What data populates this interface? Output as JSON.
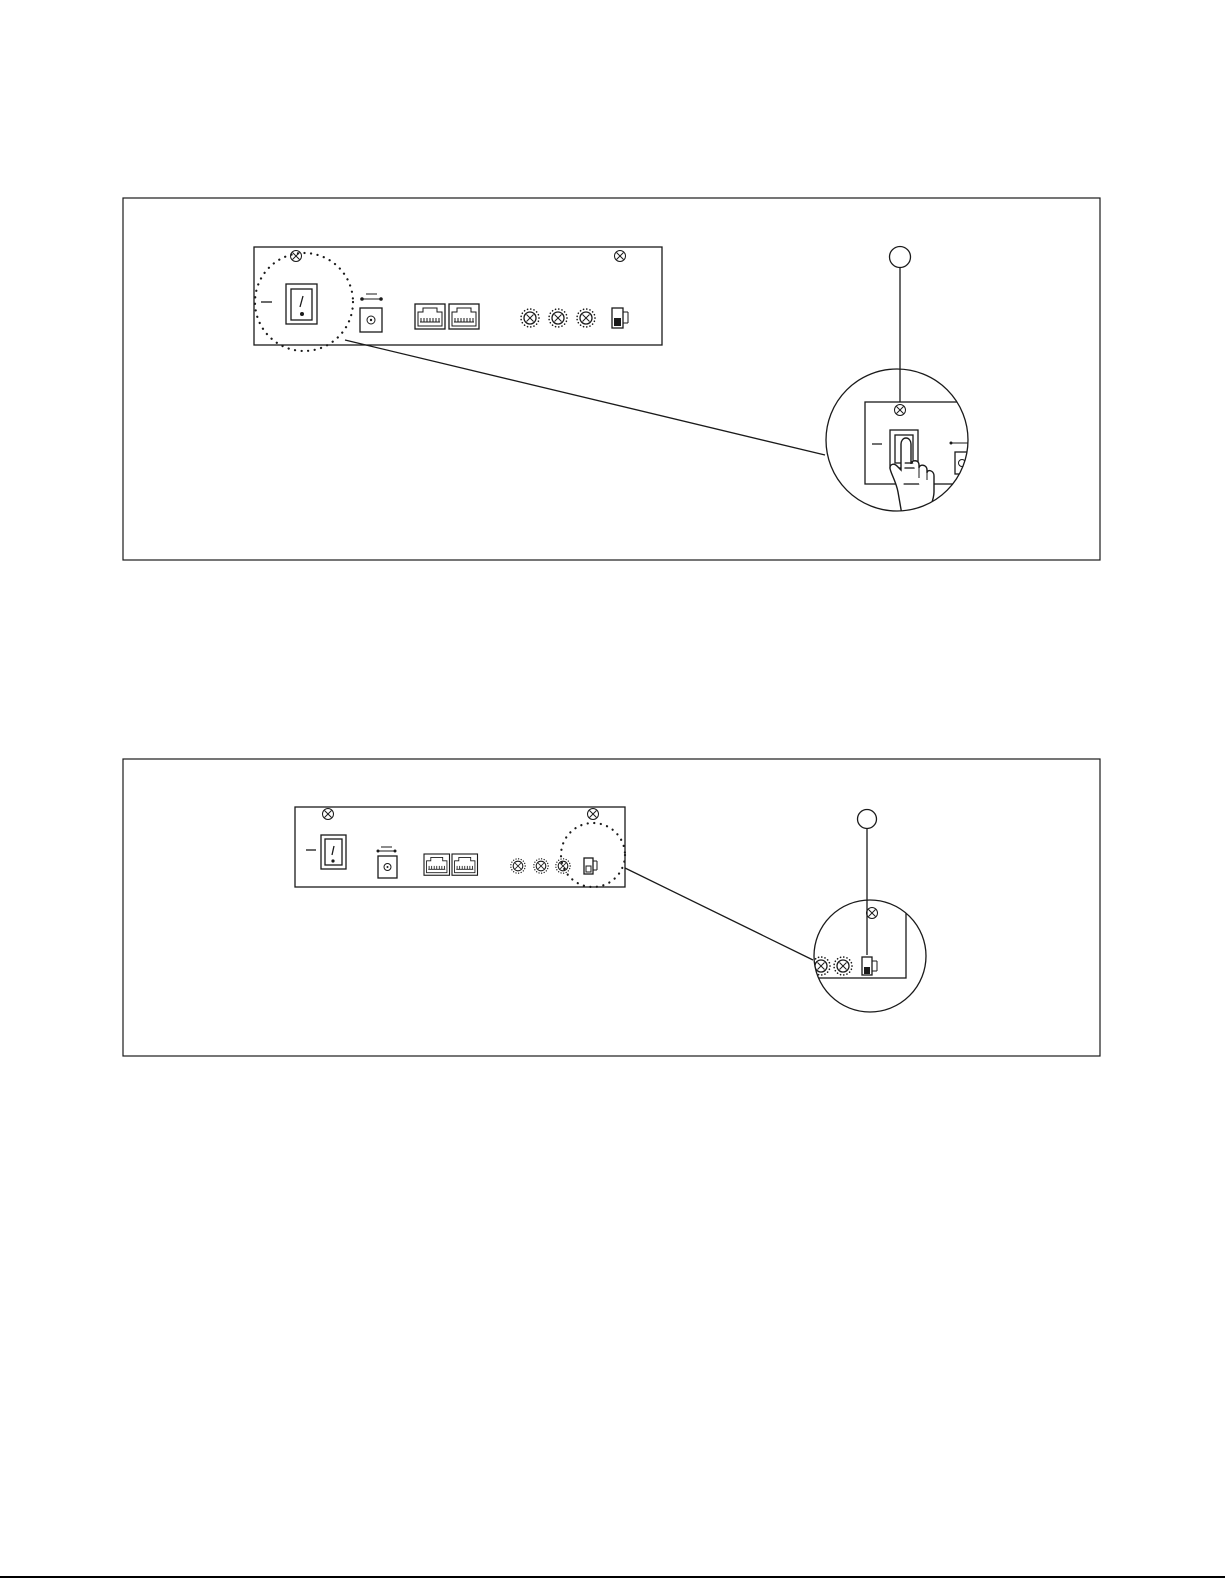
{
  "figures": [
    {
      "id": "power-switch-figure",
      "callout": "",
      "switch_label": "I"
    },
    {
      "id": "dip-switch-figure",
      "callout": ""
    }
  ],
  "colors": {
    "line": "#1a1a1a",
    "background": "#ffffff",
    "page_rule": "#000000"
  }
}
